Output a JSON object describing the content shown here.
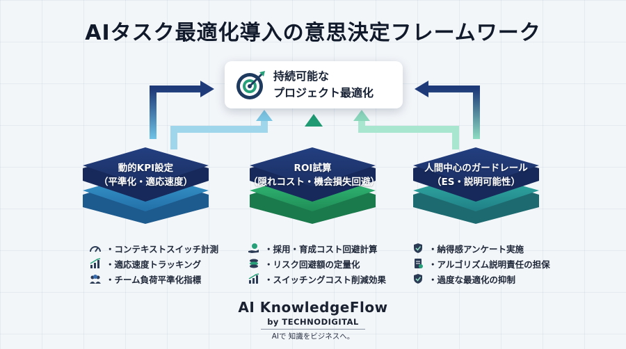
{
  "title": "AIタスク最適化導入の意思決定フレームワーク",
  "goal": {
    "line1": "持続可能な",
    "line2": "プロジェクト最適化",
    "icon": "target-icon"
  },
  "pillars": [
    {
      "title_line1": "動的KPI設定",
      "title_line2": "（平準化・適応速度）",
      "colors": [
        "#1e3a78",
        "#2a7cb8"
      ],
      "items": [
        {
          "icon": "gauge-icon",
          "label": "・コンテキストスイッチ計測"
        },
        {
          "icon": "bar-chart-icon",
          "label": "・適応速度トラッキング"
        },
        {
          "icon": "team-icon",
          "label": "・チーム負荷平準化指標"
        }
      ]
    },
    {
      "title_line1": "ROI試算",
      "title_line2": "（隠れコスト・機会損失回避）",
      "colors": [
        "#1e3a78",
        "#28a46a"
      ],
      "items": [
        {
          "icon": "money-hand-icon",
          "label": "・採用・育成コスト回避計算"
        },
        {
          "icon": "coins-icon",
          "label": "・リスク回避額の定量化"
        },
        {
          "icon": "bar-chart-icon",
          "label": "・スイッチングコスト削減効果"
        }
      ]
    },
    {
      "title_line1": "人間中心のガードレール",
      "title_line2": "（ES・説明可能性）",
      "colors": [
        "#1e3a78",
        "#2a9a96"
      ],
      "items": [
        {
          "icon": "shield-check-icon",
          "label": "・納得感アンケート実施"
        },
        {
          "icon": "document-icon",
          "label": "・アルゴリズム説明責任の担保"
        },
        {
          "icon": "shield-check-icon",
          "label": "・過度な最適化の抑制"
        }
      ]
    }
  ],
  "brand": {
    "name": "AI KnowledgeFlow",
    "by": "by TECHNODIGITAL",
    "tagline": "AIで 知識をビジネスへ。"
  }
}
